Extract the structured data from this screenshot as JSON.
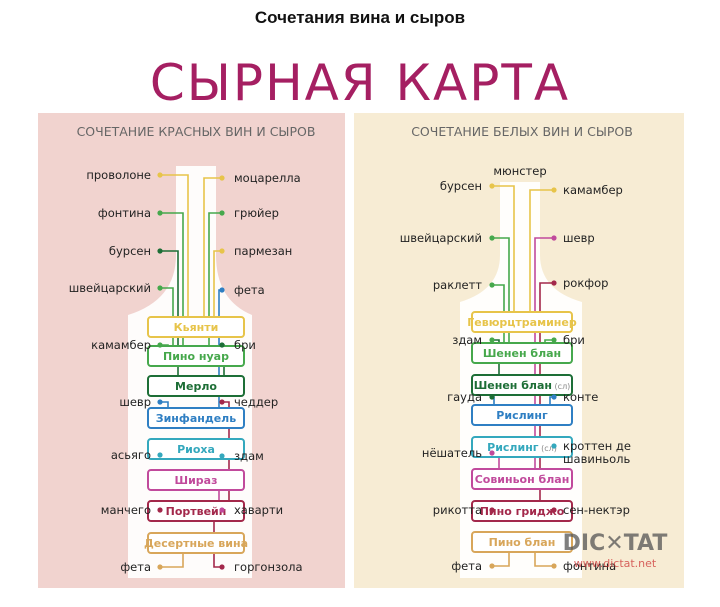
{
  "page": {
    "title": "Сочетания вина и сыров",
    "poster_title": "СЫРНАЯ КАРТА",
    "watermark": "DIC✕TAT",
    "watermark_sub": "www.dictat.net"
  },
  "colors": {
    "title": "#a51f62",
    "red_panel": "#f1d3cf",
    "white_panel": "#f7ecd4",
    "bottle": "#ffffff",
    "line": "#222222"
  },
  "red": {
    "heading": "СОЧЕТАНИЕ КРАСНЫХ ВИН И СЫРОВ",
    "wines": [
      {
        "label": "Кьянти",
        "color": "#e7c44a"
      },
      {
        "label": "Пино нуар",
        "color": "#46a84c"
      },
      {
        "label": "Мерло",
        "color": "#1d6e36"
      },
      {
        "label": "Зинфандель",
        "color": "#2f7fc3"
      },
      {
        "label": "Риоха",
        "color": "#34a8bd"
      },
      {
        "label": "Шираз",
        "color": "#c14a9c"
      },
      {
        "label": "Портвейн",
        "color": "#a3284b"
      },
      {
        "label": "Десертные вина",
        "color": "#d8a65a"
      }
    ],
    "left_cheeses": [
      "проволоне",
      "фонтина",
      "бурсен",
      "швейцарский",
      "камамбер",
      "шевр",
      "асьяго",
      "манчего",
      "фета"
    ],
    "right_cheeses": [
      "моцарелла",
      "грюйер",
      "пармезан",
      "фета",
      "бри",
      "чеддер",
      "здам",
      "хаварти",
      "горгонзола"
    ]
  },
  "white": {
    "heading": "СОЧЕТАНИЕ БЕЛЫХ ВИН И СЫРОВ",
    "wines": [
      {
        "label": "Гевюрцтраминер",
        "color": "#e7c44a"
      },
      {
        "label": "Шенен блан",
        "color": "#46a84c"
      },
      {
        "label": "Шенен блан",
        "tag": "(сл)",
        "color": "#1d6e36"
      },
      {
        "label": "Рислинг",
        "color": "#2f7fc3"
      },
      {
        "label": "Рислинг",
        "tag": "(сл)",
        "color": "#34a8bd"
      },
      {
        "label": "Совиньон блан",
        "color": "#c14a9c"
      },
      {
        "label": "Пино гриджо",
        "color": "#a3284b"
      },
      {
        "label": "Пино блан",
        "color": "#d8a65a"
      }
    ],
    "left_cheeses": [
      "бурсен",
      "швейцарский",
      "раклетт",
      "здам",
      "гауда",
      "нёшатель",
      "рикотта",
      "фета"
    ],
    "right_cheeses": [
      "камамбер",
      "шевр",
      "рокфор",
      "бри",
      "конте",
      "кроттен де",
      "шавиньоль",
      "сен-нектэр",
      "фонтина"
    ],
    "top_cheese": "мюнстер"
  }
}
